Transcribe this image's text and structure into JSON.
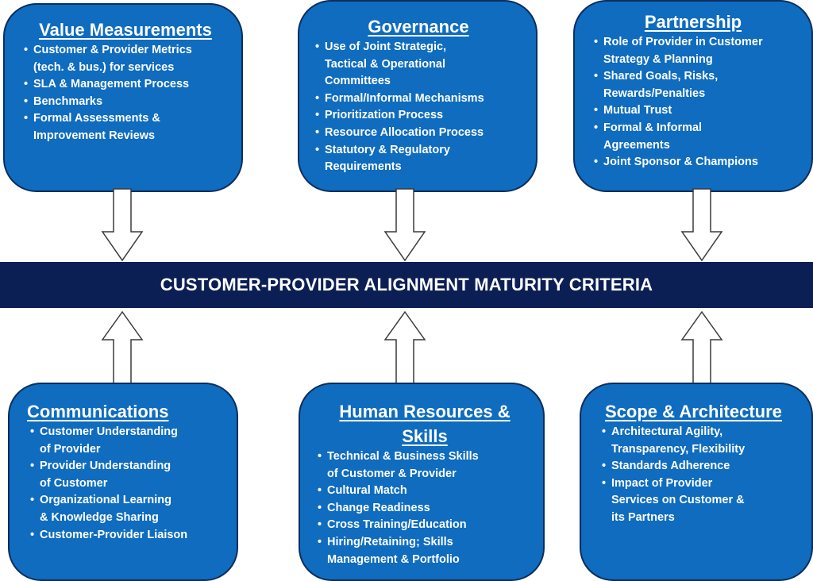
{
  "banner": {
    "title": "CUSTOMER-PROVIDER ALIGNMENT MATURITY CRITERIA"
  },
  "boxes": {
    "value_measurements": {
      "title": "Value Measurements",
      "items": [
        "Customer & Provider Metrics\n   (tech. & bus.) for  services",
        "SLA & Management Process",
        "Benchmarks",
        "Formal Assessments &\n   Improvement Reviews"
      ]
    },
    "governance": {
      "title": "Governance",
      "items": [
        "Use of Joint Strategic,\n   Tactical & Operational\n   Committees",
        "Formal/Informal Mechanisms",
        "Prioritization Process",
        "Resource Allocation Process",
        "Statutory & Regulatory\n   Requirements"
      ]
    },
    "partnership": {
      "title": "Partnership",
      "items": [
        "Role of Provider in Customer\n   Strategy & Planning",
        "Shared Goals, Risks,\n   Rewards/Penalties",
        "Mutual Trust",
        "Formal & Informal\n   Agreements",
        " Joint Sponsor & Champions"
      ]
    },
    "communications": {
      "title": "Communications",
      "items": [
        "Customer Understanding\n   of Provider",
        "Provider Understanding\n   of Customer",
        "Organizational Learning\n   & Knowledge Sharing",
        "Customer-Provider Liaison"
      ]
    },
    "human_resources": {
      "title": "Human Resources &\nSkills",
      "items": [
        "Technical & Business Skills\n   of Customer & Provider",
        "Cultural Match",
        "Change Readiness",
        "Cross Training/Education",
        "Hiring/Retaining; Skills\n   Management & Portfolio"
      ]
    },
    "scope_architecture": {
      "title": "Scope & Architecture",
      "items": [
        "Architectural Agility,\n   Transparency, Flexibility",
        "Standards Adherence",
        "Impact of Provider\n   Services on Customer &\n   its Partners"
      ]
    }
  },
  "colors": {
    "box_fill": "#0f6cbf",
    "box_border": "#0b2e5c",
    "banner_fill": "#0c1f55",
    "text": "#ffffff"
  }
}
